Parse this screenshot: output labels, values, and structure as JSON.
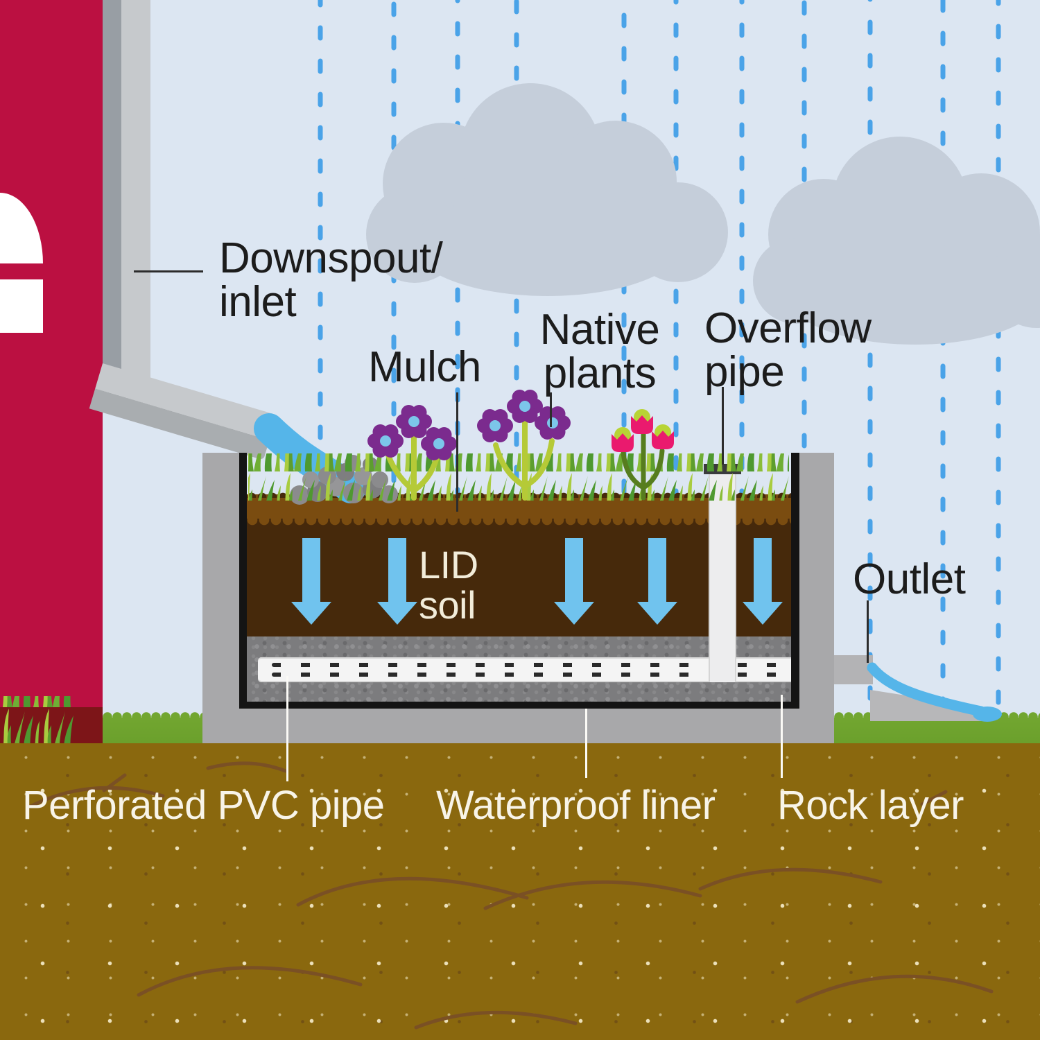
{
  "title": "Rain garden (LID) cross-section diagram",
  "labels": {
    "downspout_inlet": "Downspout/\ninlet",
    "mulch": "Mulch",
    "native_plants": "Native\nplants",
    "overflow_pipe": "Overflow\npipe",
    "outlet": "Outlet",
    "lid_soil": "LID\nsoil",
    "perforated_pvc_pipe": "Perforated PVC pipe",
    "waterproof_liner": "Waterproof liner",
    "rock_layer": "Rock layer"
  },
  "colors": {
    "sky": "#dce6f2",
    "rain_blue": "#4aa3e8",
    "cloud_gray": "#c5ceda",
    "building_red": "#bb1041",
    "building_base_red": "#7d1518",
    "downspout_gray": "#c6c9cc",
    "concrete_gray": "#a8a8aa",
    "liner_black": "#141414",
    "mulch_brown": "#7a4c10",
    "lid_soil_brown": "#46290b",
    "rock_gray": "#7c7c7e",
    "pvc_white": "#f4f4f4",
    "overflow_white": "#ededee",
    "arrow_blue": "#70c3ee",
    "water_blue": "#55b5e9",
    "grass_green": "#72a630",
    "earth_olive": "#8a680e",
    "flower_purple": "#7b2b8e",
    "flower_center_blue": "#7cc6ea",
    "tulip_pink": "#ea1a6e",
    "stem_yellow_green": "#b5ca37",
    "label_dark": "#1c1c1c",
    "label_light": "#f8f4e8"
  }
}
